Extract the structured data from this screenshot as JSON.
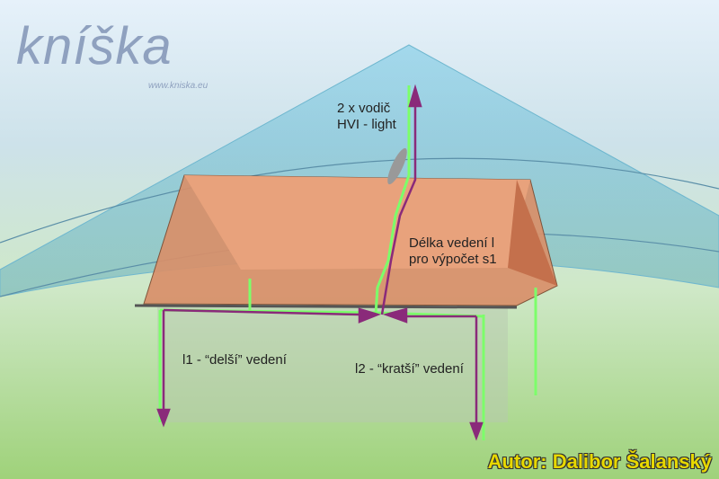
{
  "logo": {
    "text": "kníška",
    "url": "www.kniska.eu"
  },
  "labels": {
    "conductor": [
      "2  x  vodič",
      "HVI - light"
    ],
    "length": [
      "Délka vedení l",
      "pro výpočet s1"
    ],
    "l1": "l1 - “delší” vedení",
    "l2": "l2 - “kratší” vedení"
  },
  "author": "Autor: Dalibor Šalanský",
  "colors": {
    "roof": "#d9906a",
    "conductor": "#7cff6a",
    "arrow": "#8a2a7a",
    "author": "#e8d800"
  }
}
